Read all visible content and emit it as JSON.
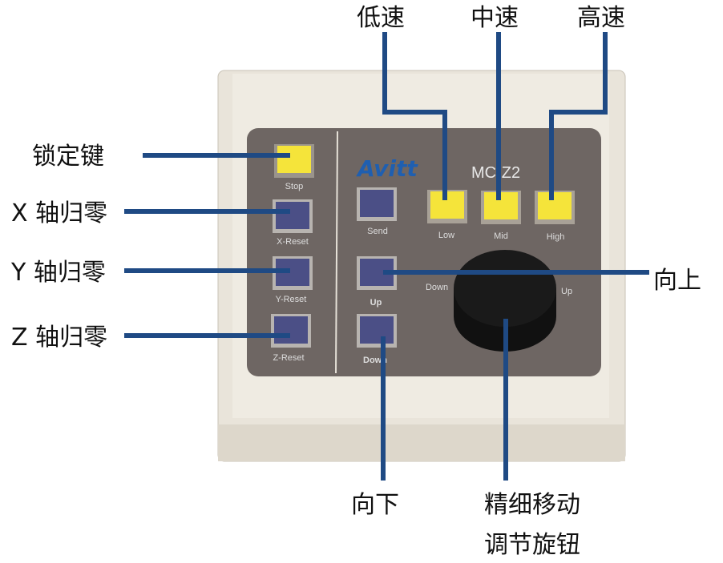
{
  "device": {
    "brand": "Avitt",
    "model": "MC-Z2"
  },
  "buttons": {
    "stop": "Stop",
    "x_reset": "X-Reset",
    "y_reset": "Y-Reset",
    "z_reset": "Z-Reset",
    "send": "Send",
    "up": "Up",
    "down": "Down",
    "low": "Low",
    "mid": "Mid",
    "high": "High",
    "knob_down": "Down",
    "knob_up": "Up"
  },
  "annotations": {
    "low": "低速",
    "mid": "中速",
    "high": "高速",
    "stop": "锁定键",
    "x": "X 轴归零",
    "y": "Y 轴归零",
    "z": "Z 轴归零",
    "up": "向上",
    "down": "向下",
    "knob_line1": "精细移动",
    "knob_line2": "调节旋钮"
  },
  "colors": {
    "leader": "#1f4a84",
    "panel": "#6e6663",
    "yellow": "#f5e43a",
    "blue": "#4b4f86"
  }
}
